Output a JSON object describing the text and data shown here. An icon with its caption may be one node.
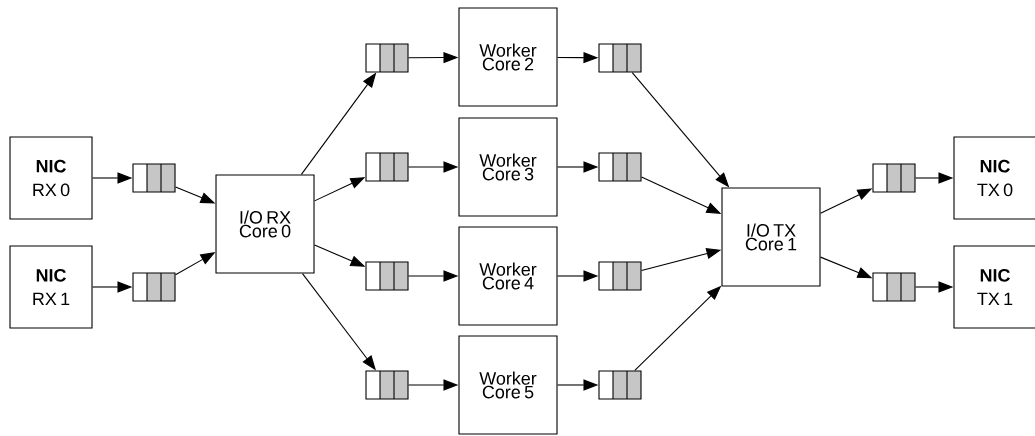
{
  "diagram": {
    "nodes": [
      {
        "text": [
          "NIC",
          "RX 0"
        ]
      },
      {
        "text": [
          "NIC",
          "RX 1"
        ]
      },
      {
        "text": [],
        "shape": "queue"
      },
      {
        "text": [],
        "shape": "queue"
      },
      {
        "text": [
          "I/O RX Core 0"
        ]
      },
      {
        "text": [],
        "shape": "queue"
      },
      {
        "text": [],
        "shape": "queue"
      },
      {
        "text": [],
        "shape": "queue"
      },
      {
        "text": [],
        "shape": "queue"
      },
      {
        "text": [
          "Worker Core 2"
        ]
      },
      {
        "text": [
          "Worker Core 3"
        ]
      },
      {
        "text": [
          "Worker Core 4"
        ]
      },
      {
        "text": [
          "Worker Core 5"
        ]
      },
      {
        "text": [],
        "shape": "queue"
      },
      {
        "text": [],
        "shape": "queue"
      },
      {
        "text": [],
        "shape": "queue"
      },
      {
        "text": [],
        "shape": "queue"
      },
      {
        "text": [
          "I/O TX Core 1"
        ]
      },
      {
        "text": [],
        "shape": "queue"
      },
      {
        "text": [],
        "shape": "queue"
      },
      {
        "text": [
          "NIC",
          "TX 0"
        ]
      },
      {
        "text": [
          "NIC",
          "TX 1"
        ]
      }
    ],
    "edges": [
      {
        "from": 0,
        "to": 2,
        "arrow": "to"
      },
      {
        "from": 1,
        "to": 3,
        "arrow": "to"
      },
      {
        "from": 2,
        "to": 4,
        "arrow": "to"
      },
      {
        "from": 3,
        "to": 4,
        "arrow": "to"
      },
      {
        "from": 4,
        "to": 5,
        "arrow": "to"
      },
      {
        "from": 4,
        "to": 6,
        "arrow": "to"
      },
      {
        "from": 4,
        "to": 7,
        "arrow": "to"
      },
      {
        "from": 4,
        "to": 8,
        "arrow": "to"
      },
      {
        "from": 5,
        "to": 9,
        "arrow": "to"
      },
      {
        "from": 6,
        "to": 10,
        "arrow": "to"
      },
      {
        "from": 7,
        "to": 11,
        "arrow": "to"
      },
      {
        "from": 8,
        "to": 12,
        "arrow": "to"
      },
      {
        "from": 9,
        "to": 13,
        "arrow": "to"
      },
      {
        "from": 10,
        "to": 14,
        "arrow": "to"
      },
      {
        "from": 11,
        "to": 15,
        "arrow": "to"
      },
      {
        "from": 12,
        "to": 16,
        "arrow": "to"
      },
      {
        "from": 13,
        "to": 17,
        "arrow": "to"
      },
      {
        "from": 14,
        "to": 17,
        "arrow": "to"
      },
      {
        "from": 15,
        "to": 17,
        "arrow": "to"
      },
      {
        "from": 16,
        "to": 17,
        "arrow": "to"
      },
      {
        "from": 17,
        "to": 18,
        "arrow": "to"
      },
      {
        "from": 17,
        "to": 19,
        "arrow": "to"
      },
      {
        "from": 18,
        "to": 20,
        "arrow": "to"
      },
      {
        "from": 19,
        "to": 21,
        "arrow": "to"
      }
    ]
  }
}
